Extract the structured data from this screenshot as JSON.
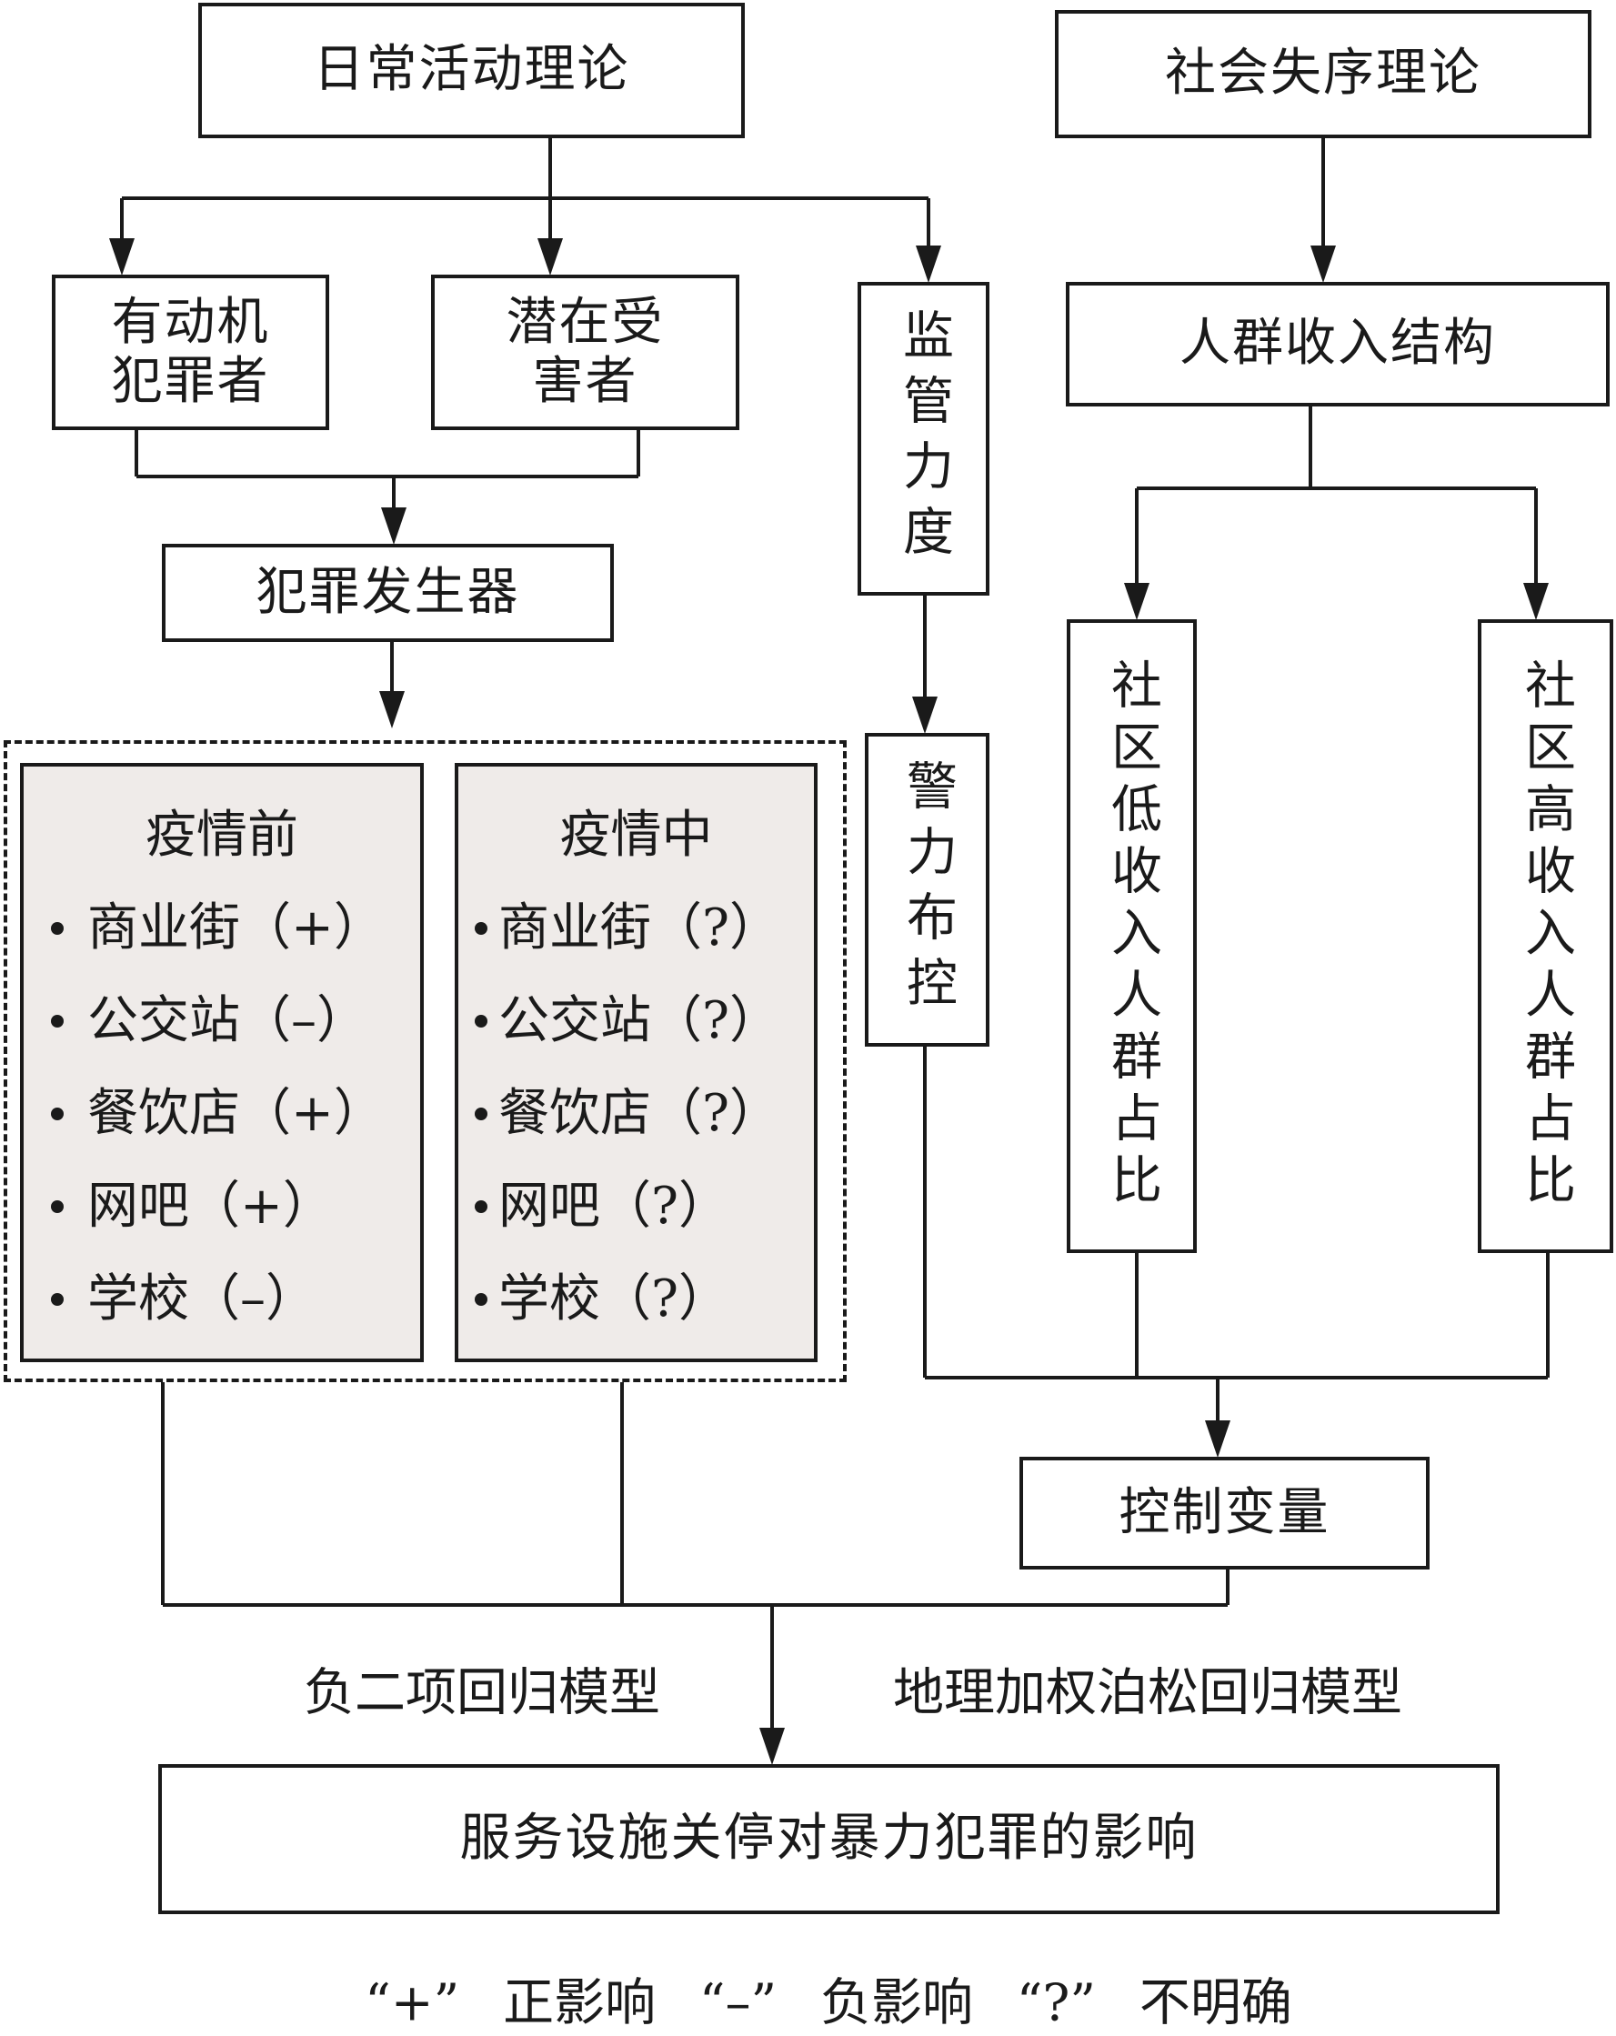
{
  "nodes": {
    "routine_activity_theory": "日常活动理论",
    "social_disorganization_theory": "社会失序理论",
    "motivated_offender": "有动机犯罪者",
    "potential_victim": "潜在受害者",
    "guardianship": "监管力度",
    "income_structure": "人群收入结构",
    "crime_generator": "犯罪发生器",
    "police_deployment": "警力布控",
    "low_income_share": "社区低收入人群占比",
    "high_income_share": "社区高收入人群占比",
    "control_variables": "控制变量",
    "outcome": "服务设施关停对暴力犯罪的影响"
  },
  "panels": [
    {
      "title": "疫情前",
      "items": [
        {
          "name": "商业街",
          "effect": "（+）"
        },
        {
          "name": "公交站",
          "effect": "（–）"
        },
        {
          "name": "餐饮店",
          "effect": "（+）"
        },
        {
          "name": "网吧",
          "effect": "（+）"
        },
        {
          "name": "学校",
          "effect": "（–）"
        }
      ]
    },
    {
      "title": "疫情中",
      "items": [
        {
          "name": "商业街",
          "effect": "（?）"
        },
        {
          "name": "公交站",
          "effect": "（?）"
        },
        {
          "name": "餐饮店",
          "effect": "（?）"
        },
        {
          "name": "网吧",
          "effect": "（?）"
        },
        {
          "name": "学校",
          "effect": "（?）"
        }
      ]
    }
  ],
  "models": {
    "left": "负二项回归模型",
    "right": "地理加权泊松回归模型"
  },
  "legend": "“+” 正影响 “–” 负影响 “?” 不明确",
  "colors": {
    "stroke": "#1a1a1a",
    "panel_fill": "#efebe9"
  }
}
